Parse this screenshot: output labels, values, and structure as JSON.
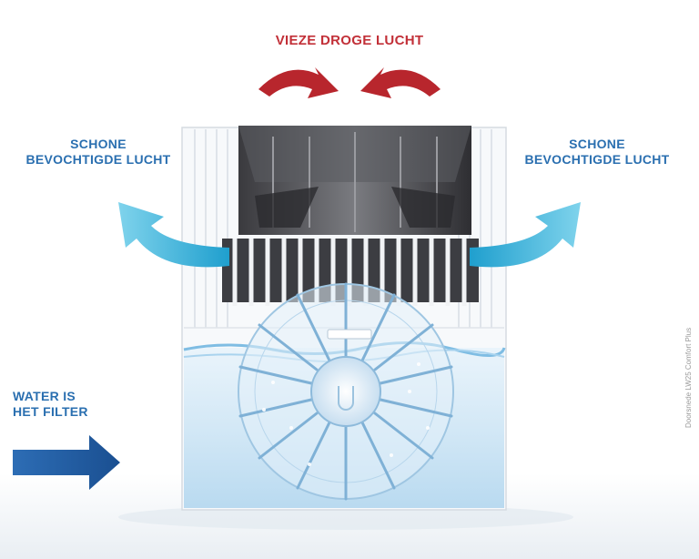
{
  "labels": {
    "top": "VIEZE DROGE LUCHT",
    "left_line1": "SCHONE",
    "left_line2": "BEVOCHTIGDE LUCHT",
    "right_line1": "SCHONE",
    "right_line2": "BEVOCHTIGDE LUCHT",
    "water_line1": "WATER IS",
    "water_line2": "HET FILTER"
  },
  "side_caption": "Doorsnede LW25 Comfort Plus",
  "colors": {
    "red_arrow": "#b8262d",
    "cyan_arrow": "#2bb0d8",
    "blue_arrow": "#1d5fa8",
    "label_red": "#c23038",
    "label_blue": "#2a6fb0",
    "water": "#cfe6f5"
  },
  "icons": {
    "top_arrows": "curved-arrow-down-icon",
    "side_arrows": "curved-arrow-up-icon",
    "water_arrow": "arrow-right-icon"
  }
}
